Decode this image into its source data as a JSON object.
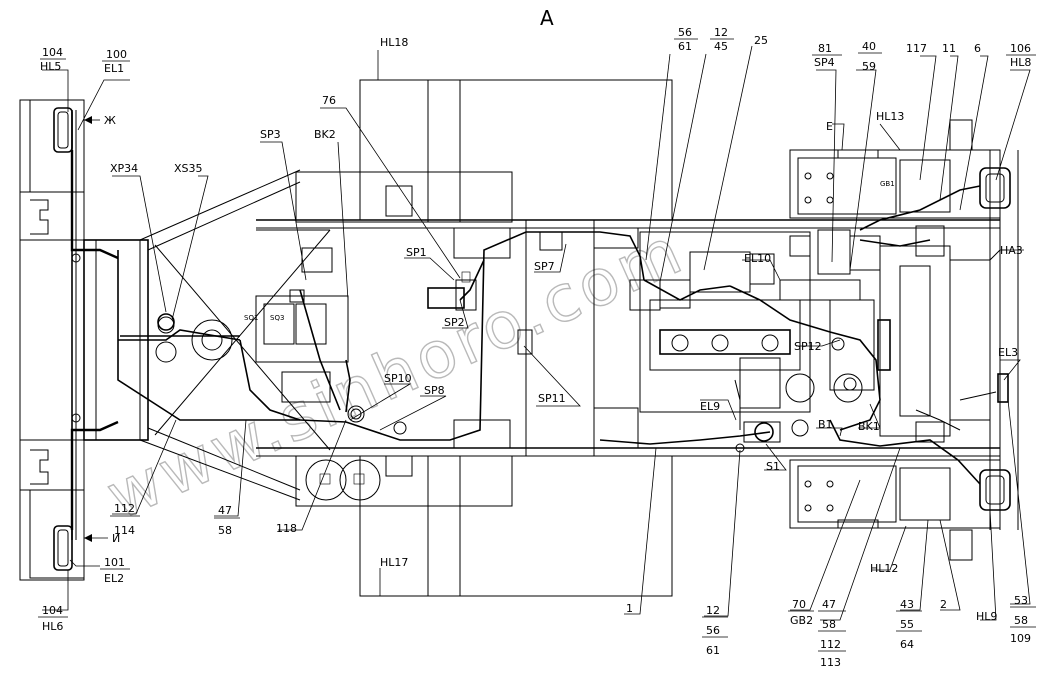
{
  "view_title": "А",
  "watermark": "www.sinhoro.com",
  "callouts": {
    "c104_hl5": {
      "top": "104",
      "bottom": "HL5"
    },
    "c100_el1": {
      "top": "100",
      "bottom": "EL1"
    },
    "xp34": "XP34",
    "xs35": "XS35",
    "zh": "Ж",
    "sp3": "SP3",
    "bk2": "BK2",
    "hl18": "HL18",
    "c76": "76",
    "sp1": "SP1",
    "sp2": "SP2",
    "sp10": "SP10",
    "sp8": "SP8",
    "sp7": "SP7",
    "sp11": "SP11",
    "c56_61_top": {
      "top": "56",
      "bottom": "61"
    },
    "c12_45": {
      "top": "12",
      "bottom": "45"
    },
    "c25": "25",
    "c81_sp4": {
      "top": "81",
      "bottom": "SP4"
    },
    "c40_59": {
      "top": "40",
      "bottom": "59"
    },
    "c117": "117",
    "c11": "11",
    "c6": "6",
    "c106_hl8": {
      "top": "106",
      "bottom": "HL8"
    },
    "e_mark": "Е",
    "hl13": "HL13",
    "gb1": "GB1",
    "ha3": "HA3",
    "el10": "EL10",
    "sp12": "SP12",
    "el3": "EL3",
    "el9": "EL9",
    "b1": "B1",
    "bk1": "BK1",
    "s1": "S1",
    "sq1": "SQ1",
    "sq3": "SQ3",
    "c112_114": {
      "top": "112",
      "bottom": "114"
    },
    "c47_58_left": {
      "top": "47",
      "bottom": "58"
    },
    "c118": "118",
    "i_mark": "И",
    "c101_el2": {
      "top": "101",
      "bottom": "EL2"
    },
    "c104_hl6": {
      "top": "104",
      "bottom": "HL6"
    },
    "hl17": "HL17",
    "c1": "1",
    "c12_56_61_bottom": {
      "a": "12",
      "b": "56",
      "c": "61"
    },
    "c70_gb2": {
      "top": "70",
      "bottom": "GB2"
    },
    "c47_58_112_113": {
      "a": "47",
      "b": "58",
      "c": "112",
      "d": "113"
    },
    "hl12": "HL12",
    "c43_55_64": {
      "a": "43",
      "b": "55",
      "c": "64"
    },
    "c2": "2",
    "hl9": "HL9",
    "c53_58_109": {
      "a": "53",
      "b": "58",
      "c": "109"
    }
  }
}
